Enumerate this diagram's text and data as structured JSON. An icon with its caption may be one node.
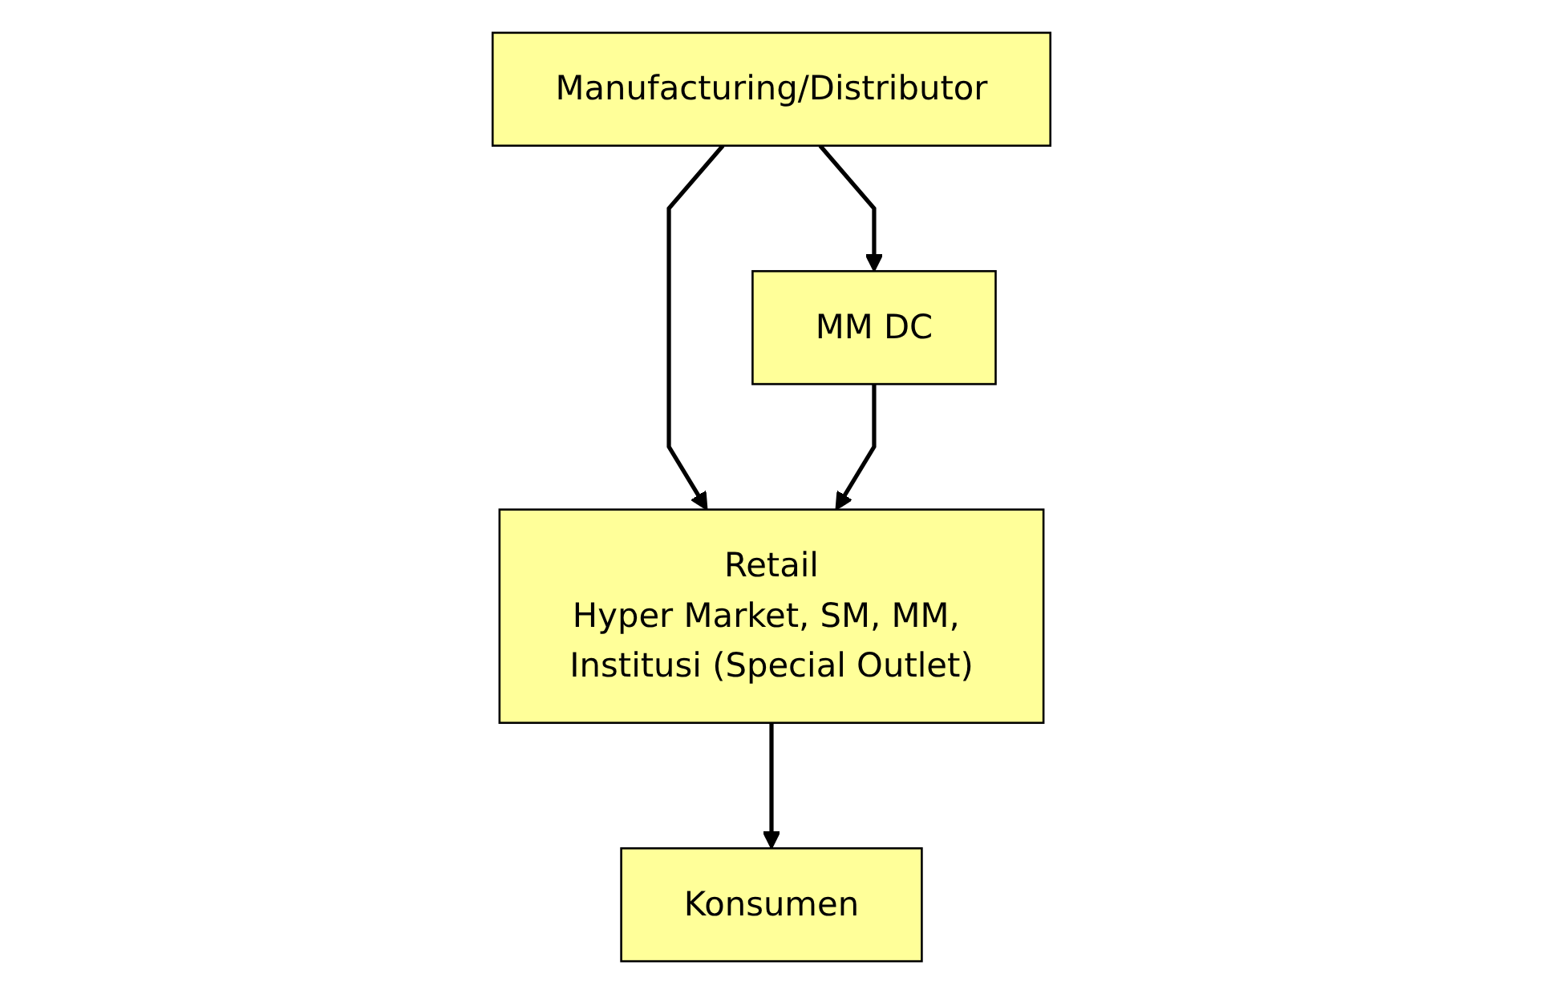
{
  "diagram": {
    "nodes": [
      {
        "text": [
          "Manufacturing/Distributor"
        ]
      },
      {
        "text": [
          "MM DC"
        ]
      },
      {
        "text": [
          "Retail",
          "Hyper Market, SM, MM, Institusi (Special Outlet)"
        ]
      },
      {
        "text": [
          "Konsumen"
        ]
      }
    ],
    "edges": [
      {
        "from": 0,
        "to": 1,
        "arrow": "to"
      },
      {
        "from": 0,
        "to": 2,
        "arrow": "to"
      },
      {
        "from": 1,
        "to": 2,
        "arrow": "to"
      },
      {
        "from": 2,
        "to": 3,
        "arrow": "to"
      }
    ]
  }
}
